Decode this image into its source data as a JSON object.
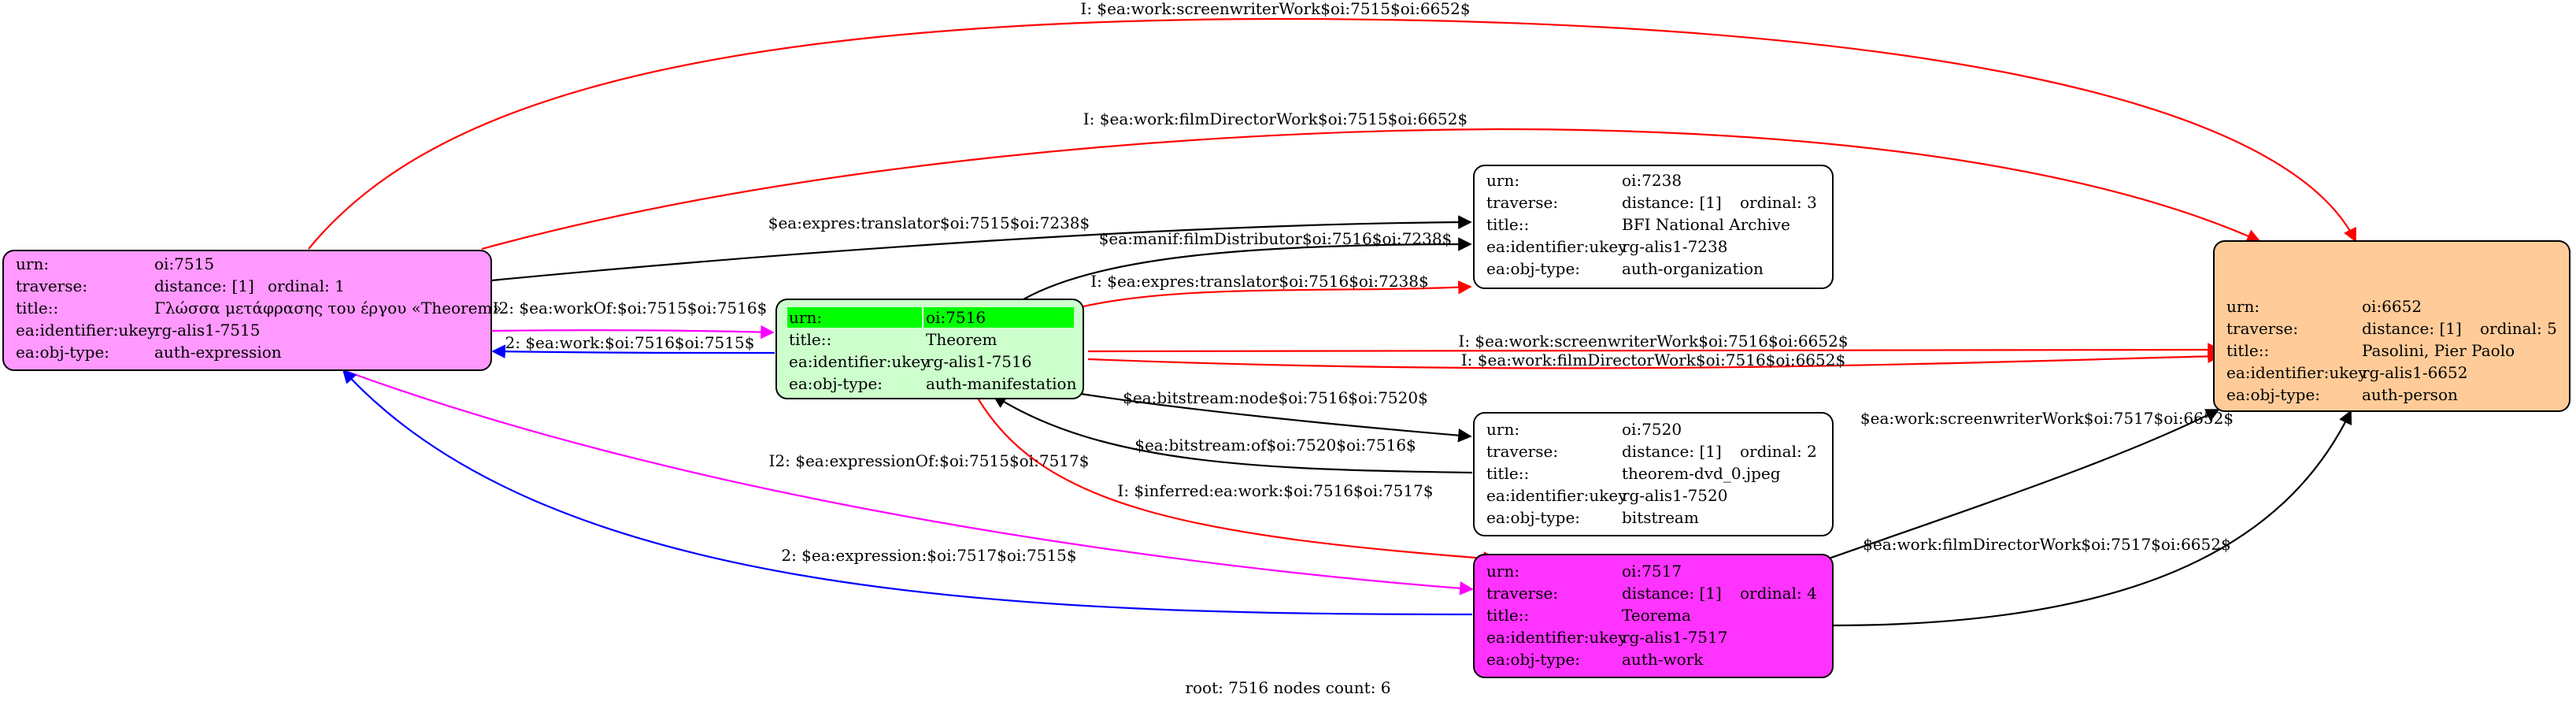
{
  "footer": "root: 7516 nodes count: 6",
  "colors": {
    "n7515_fill": "#ff99ff",
    "n7516_fill": "#ccffcc",
    "n7516_header": "#00ff00",
    "n7517_fill": "#ff33ff",
    "n6652_fill": "#ffcc99",
    "plain_fill": "#ffffff",
    "edge_red": "#ff0000",
    "edge_black": "#000000",
    "edge_magenta": "#ff00ff",
    "edge_blue": "#0000ff"
  },
  "nodes": {
    "n7515": {
      "rows": [
        [
          "urn:",
          "oi:7515",
          ""
        ],
        [
          "traverse:",
          "distance: [1]",
          "ordinal: 1"
        ],
        [
          "title::",
          "Γλώσσα μετάφρασης του έργου «Theorem»",
          ""
        ],
        [
          "ea:identifier:ukey",
          "rg-alis1-7515",
          ""
        ],
        [
          "ea:obj-type:",
          "auth-expression",
          ""
        ]
      ]
    },
    "n7516": {
      "rows": [
        [
          "urn:",
          "oi:7516",
          ""
        ],
        [
          "title::",
          "Theorem",
          ""
        ],
        [
          "ea:identifier:ukey",
          "rg-alis1-7516",
          ""
        ],
        [
          "ea:obj-type:",
          "auth-manifestation",
          ""
        ]
      ]
    },
    "n7238": {
      "rows": [
        [
          "urn:",
          "oi:7238",
          ""
        ],
        [
          "traverse:",
          "distance: [1]",
          "ordinal: 3"
        ],
        [
          "title::",
          "BFI National Archive",
          ""
        ],
        [
          "ea:identifier:ukey",
          "rg-alis1-7238",
          ""
        ],
        [
          "ea:obj-type:",
          "auth-organization",
          ""
        ]
      ]
    },
    "n7520": {
      "rows": [
        [
          "urn:",
          "oi:7520",
          ""
        ],
        [
          "traverse:",
          "distance: [1]",
          "ordinal: 2"
        ],
        [
          "title::",
          "theorem-dvd_0.jpeg",
          ""
        ],
        [
          "ea:identifier:ukey",
          "rg-alis1-7520",
          ""
        ],
        [
          "ea:obj-type:",
          "bitstream",
          ""
        ]
      ]
    },
    "n7517": {
      "rows": [
        [
          "urn:",
          "oi:7517",
          ""
        ],
        [
          "traverse:",
          "distance: [1]",
          "ordinal: 4"
        ],
        [
          "title::",
          "Teorema",
          ""
        ],
        [
          "ea:identifier:ukey",
          "rg-alis1-7517",
          ""
        ],
        [
          "ea:obj-type:",
          "auth-work",
          ""
        ]
      ]
    },
    "n6652": {
      "rows": [
        [
          "urn:",
          "oi:6652",
          ""
        ],
        [
          "traverse:",
          "distance: [1]",
          "ordinal: 5"
        ],
        [
          "title::",
          "Pasolini, Pier Paolo",
          ""
        ],
        [
          "ea:identifier:ukey",
          "rg-alis1-6652",
          ""
        ],
        [
          "ea:obj-type:",
          "auth-person",
          ""
        ]
      ]
    }
  },
  "edges": [
    {
      "id": "e1",
      "from": "n7515",
      "to": "n6652",
      "label": "I: $ea:work:screenwriterWork$oi:7515$oi:6652$"
    },
    {
      "id": "e2",
      "from": "n7515",
      "to": "n6652",
      "label": "I: $ea:work:filmDirectorWork$oi:7515$oi:6652$"
    },
    {
      "id": "e3",
      "from": "n7515",
      "to": "n7238",
      "label": "$ea:expres:translator$oi:7515$oi:7238$"
    },
    {
      "id": "e4",
      "from": "n7516",
      "to": "n7238",
      "label": "$ea:manif:filmDistributor$oi:7516$oi:7238$"
    },
    {
      "id": "e5",
      "from": "n7516",
      "to": "n7238",
      "label": "I: $ea:expres:translator$oi:7516$oi:7238$"
    },
    {
      "id": "e6",
      "from": "n7515",
      "to": "n7516",
      "label": "I2: $ea:workOf:$oi:7515$oi:7516$"
    },
    {
      "id": "e7",
      "from": "n7516",
      "to": "n7515",
      "label": "2: $ea:work:$oi:7516$oi:7515$"
    },
    {
      "id": "e8",
      "from": "n7516",
      "to": "n6652",
      "label": "I: $ea:work:screenwriterWork$oi:7516$oi:6652$"
    },
    {
      "id": "e9",
      "from": "n7516",
      "to": "n6652",
      "label": "I: $ea:work:filmDirectorWork$oi:7516$oi:6652$"
    },
    {
      "id": "e10",
      "from": "n7516",
      "to": "n7520",
      "label": "$ea:bitstream:node$oi:7516$oi:7520$"
    },
    {
      "id": "e11",
      "from": "n7520",
      "to": "n7516",
      "label": "$ea:bitstream:of$oi:7520$oi:7516$"
    },
    {
      "id": "e12",
      "from": "n7516",
      "to": "n7517",
      "label": "I: $inferred:ea:work:$oi:7516$oi:7517$"
    },
    {
      "id": "e13",
      "from": "n7515",
      "to": "n7517",
      "label": "I2: $ea:expressionOf:$oi:7515$oi:7517$"
    },
    {
      "id": "e14",
      "from": "n7517",
      "to": "n7515",
      "label": "2: $ea:expression:$oi:7517$oi:7515$"
    },
    {
      "id": "e15",
      "from": "n7517",
      "to": "n6652",
      "label": "$ea:work:screenwriterWork$oi:7517$oi:6652$"
    },
    {
      "id": "e16",
      "from": "n7517",
      "to": "n6652",
      "label": "$ea:work:filmDirectorWork$oi:7517$oi:6652$"
    }
  ]
}
